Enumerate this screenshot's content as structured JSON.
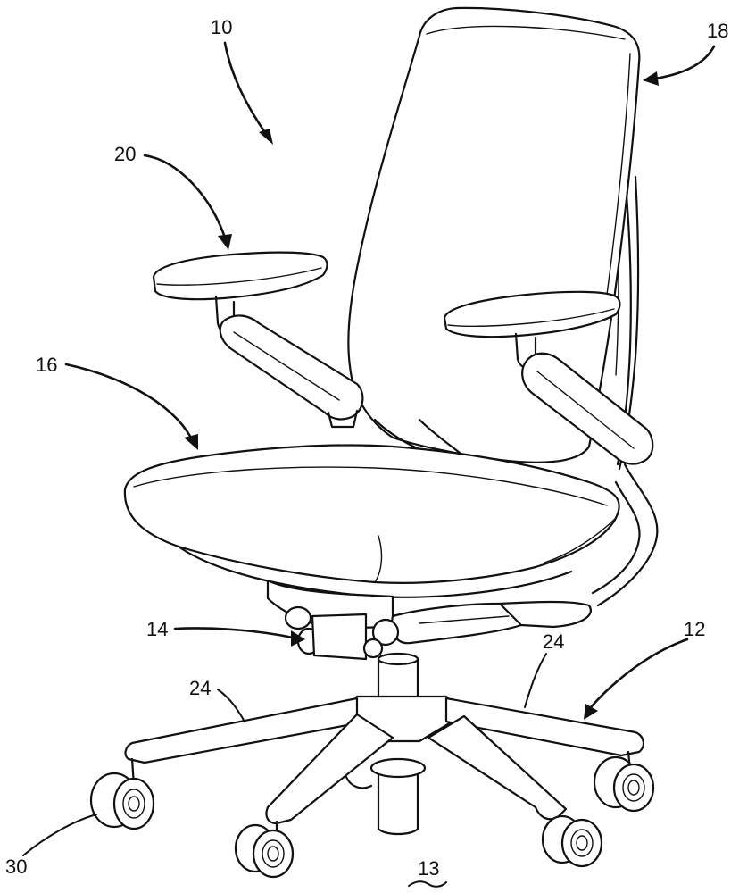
{
  "figure": {
    "labels": {
      "chair": "10",
      "base": "12",
      "floor": "13",
      "control": "14",
      "seat": "16",
      "back": "18",
      "armrest": "20",
      "leg_left": "24",
      "leg_right": "24",
      "caster": "30"
    },
    "icons": {
      "chair": "office-chair-line-drawing"
    }
  }
}
